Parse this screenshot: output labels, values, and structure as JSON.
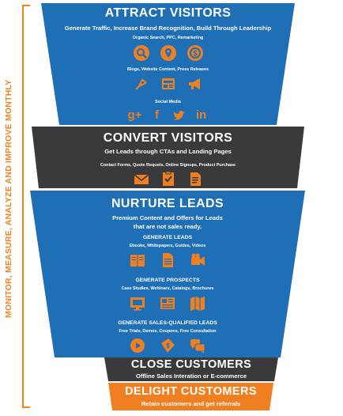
{
  "side_label": "MONITOR, MEASURE, ANALYZE AND IMPROVE MONTHLY",
  "attract": {
    "title": "ATTRACT VISITORS",
    "subtitle": "Generate Traffic, Increase Brand Recognition, Build Through Leadership",
    "group1": "Organic Search, PPC, Remarketing",
    "group2": "Blogs, Website Content, Press Releases",
    "group3": "Social Media",
    "social": [
      "g+",
      "f",
      "in"
    ]
  },
  "convert": {
    "title": "CONVERT VISITORS",
    "subtitle": "Get Leads through CTAs and Landing Pages",
    "group1": "Contact Forms, Quote Requets, Online Signups, Product Purchase"
  },
  "nurture": {
    "title": "NURTURE LEADS",
    "subtitle_line1": "Premium Content and Offers for Leads",
    "subtitle_line2": "that are not sales ready.",
    "leads_title": "GENERATE LEADS",
    "leads_desc": "Ebooks, Whitepapers, Guides, Videos",
    "prospects_title": "GENERATE PROSPECTS",
    "prospects_desc": "Case Studies, Webinars, Catalogs, Brochures",
    "sql_title": "GENERATE SALES-QUALIFIED LEADS",
    "sql_desc": "Free Trials, Demos, Coupons, Free Consultation"
  },
  "close": {
    "title": "CLOSE CUSTOMERS",
    "subtitle": "Offline Sales Interation or E-commerce"
  },
  "delight": {
    "title": "DELIGHT CUSTOMERS",
    "subtitle": "Retain customers and get referrals"
  },
  "colors": {
    "blue": "#1f6fb6",
    "dark": "#3a3a3c",
    "orange": "#f07f22",
    "white": "#ffffff"
  }
}
